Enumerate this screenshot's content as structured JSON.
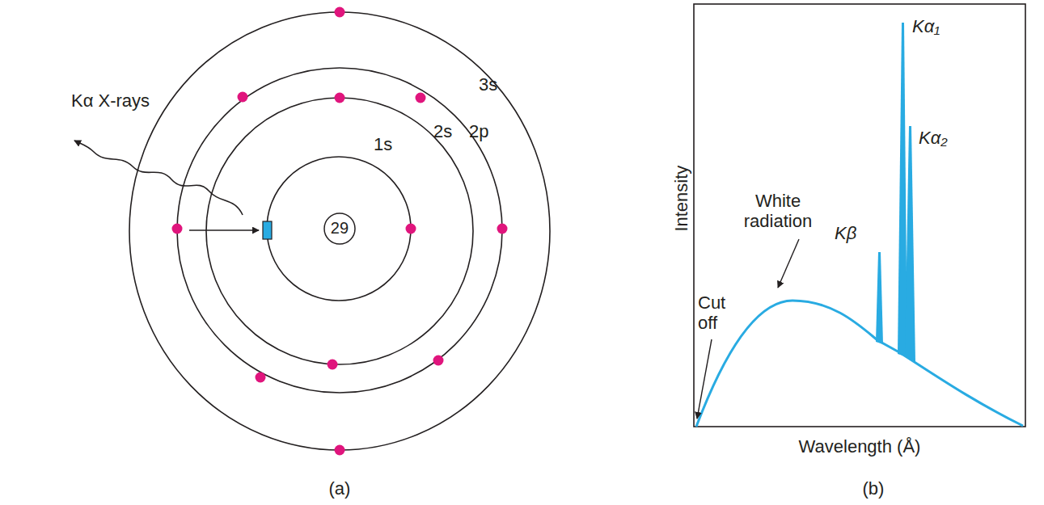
{
  "diagram": {
    "nodes": [
      {
        "text": [
          "29"
        ]
      }
    ],
    "labels": [
      "Kα X-rays",
      "3s",
      "2s",
      "2p",
      "1s",
      "(a)",
      "Intensity",
      "White radiation",
      "Kβ",
      "Kα₁",
      "Kα₂",
      "Cut off",
      "Wavelength (Å)",
      "(b)"
    ]
  }
}
